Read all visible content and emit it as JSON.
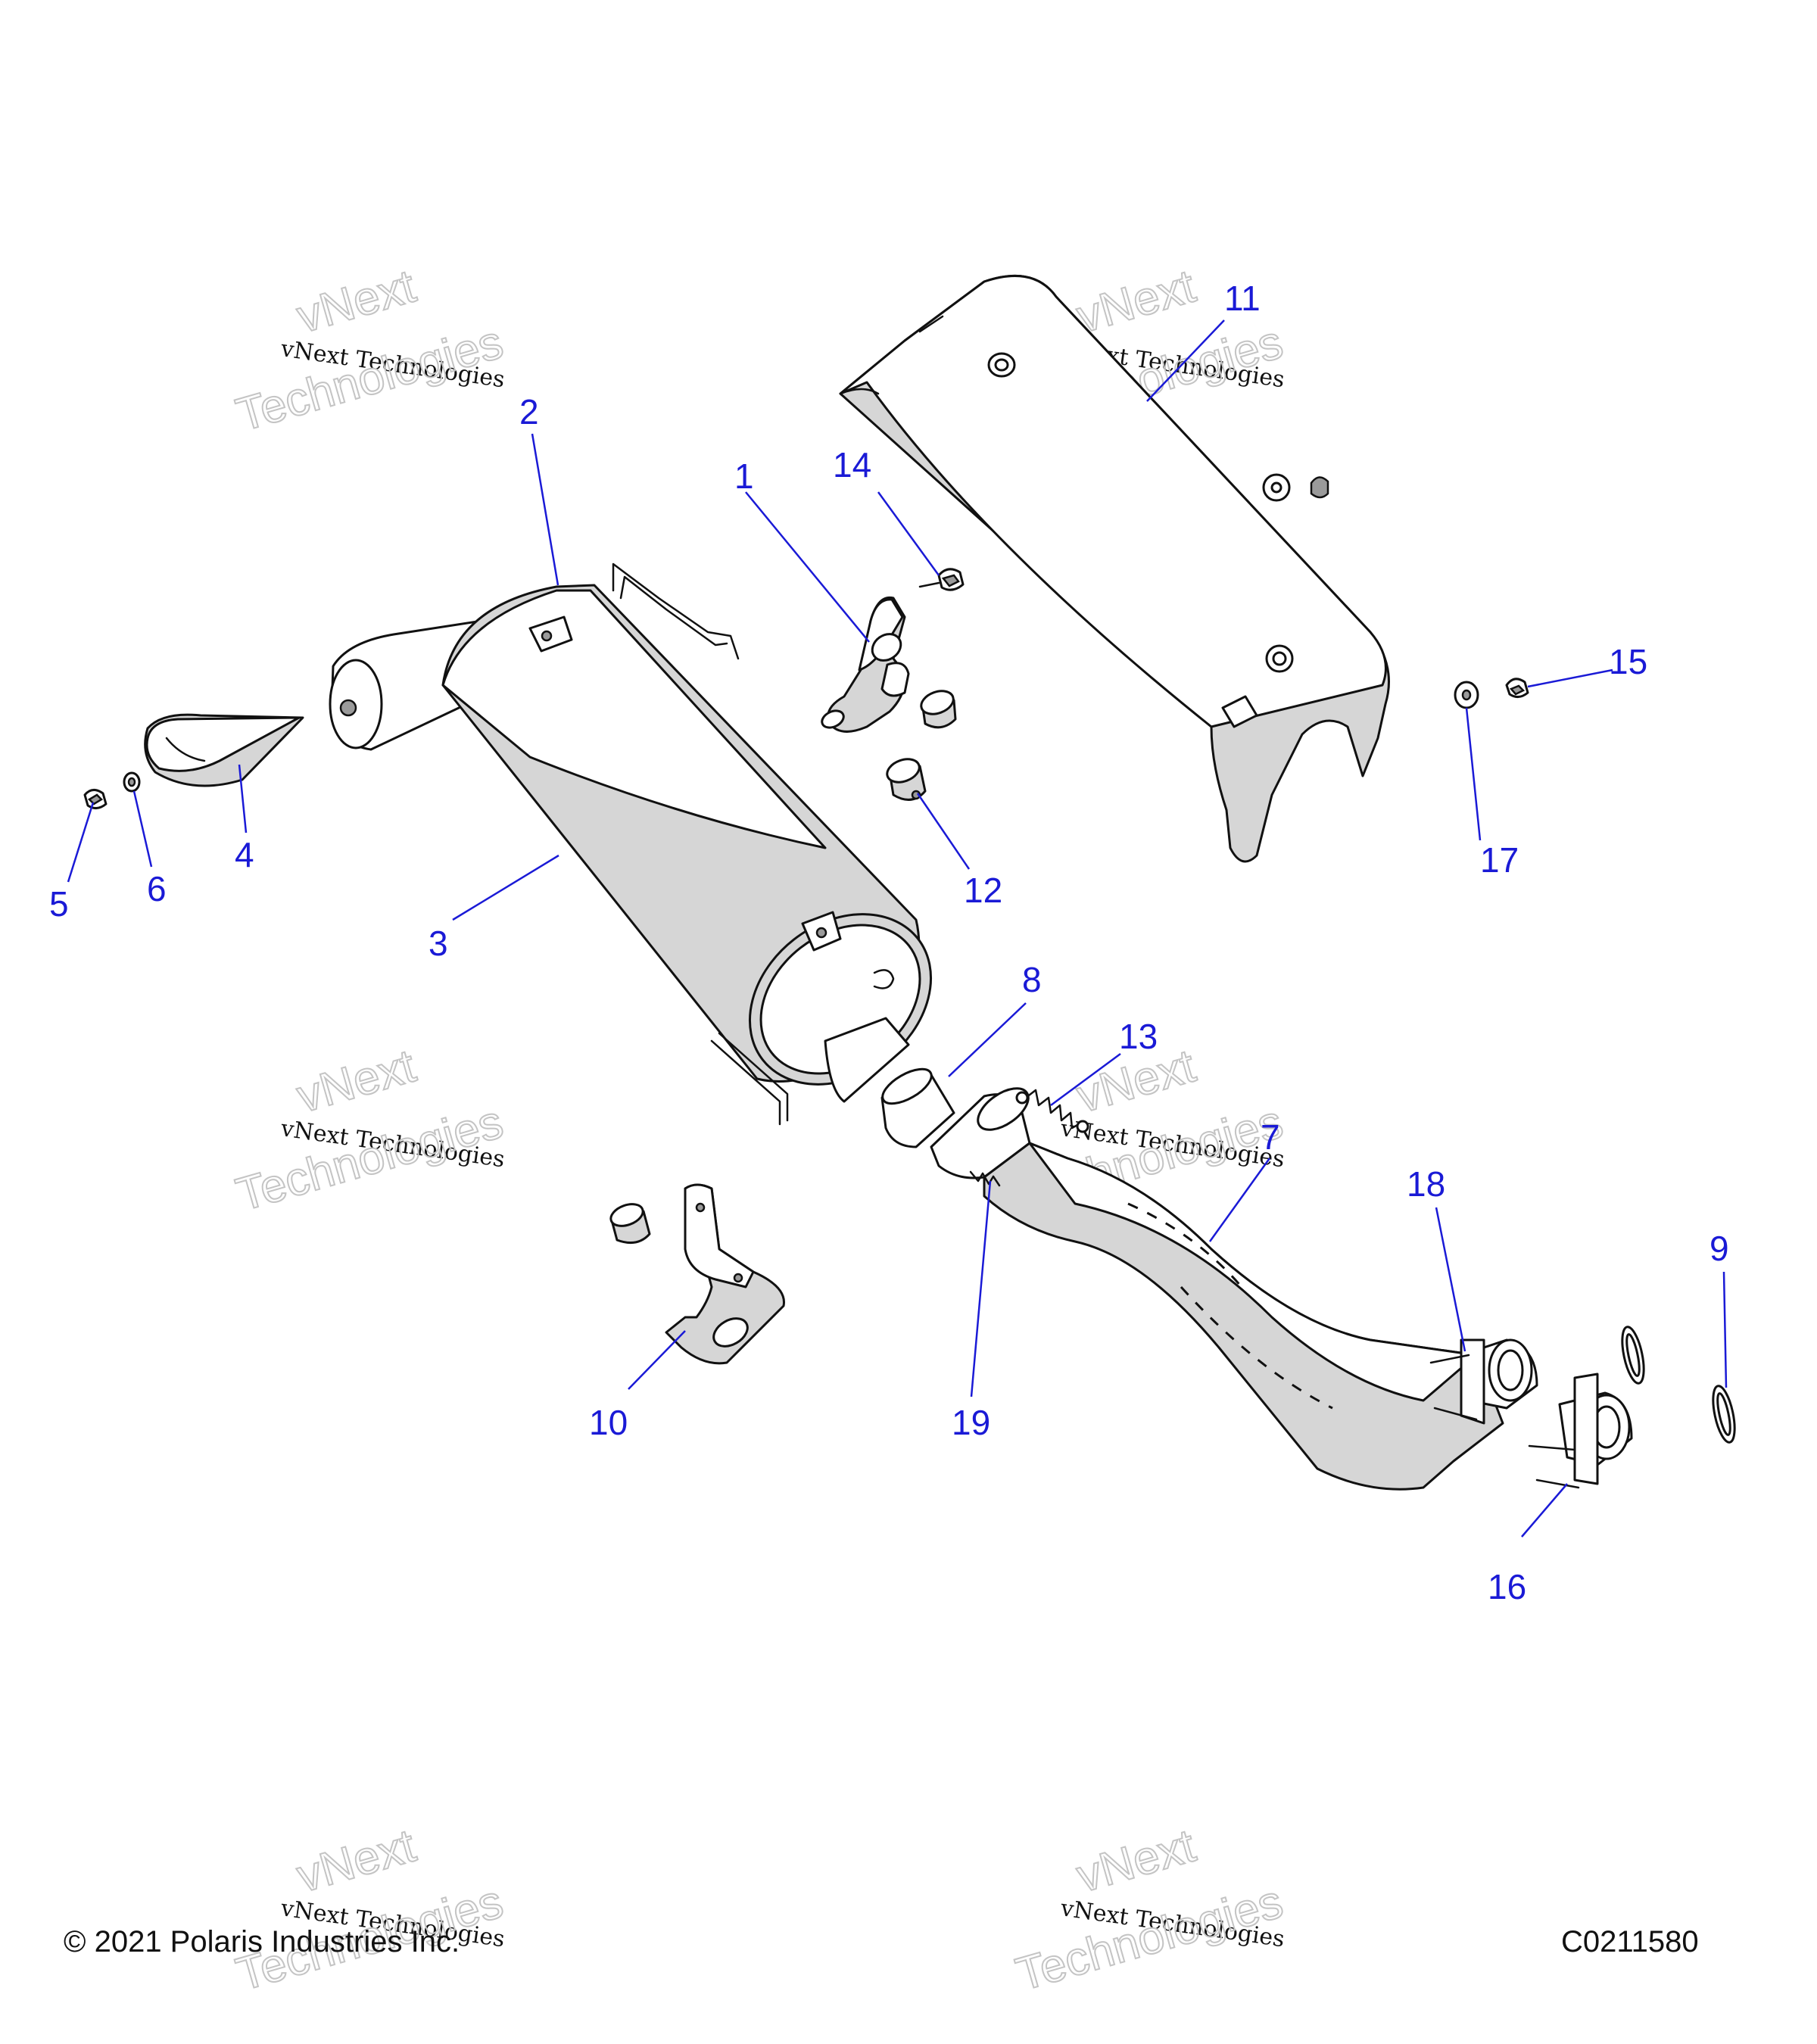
{
  "callouts": [
    "1",
    "2",
    "3",
    "4",
    "5",
    "6",
    "7",
    "8",
    "9",
    "10",
    "11",
    "12",
    "13",
    "14",
    "15",
    "16",
    "17",
    "18",
    "19"
  ],
  "watermark": {
    "line_small": "vNext Technologies",
    "line_big_1": "vNext",
    "line_big_2": "Technologies"
  },
  "footer": {
    "copyright": "© 2021 Polaris Industries Inc.",
    "drawing_id": "C0211580"
  },
  "colors": {
    "callout": "#1a1ad6",
    "line_art": "#111111",
    "shade": "#d6d6d6"
  }
}
